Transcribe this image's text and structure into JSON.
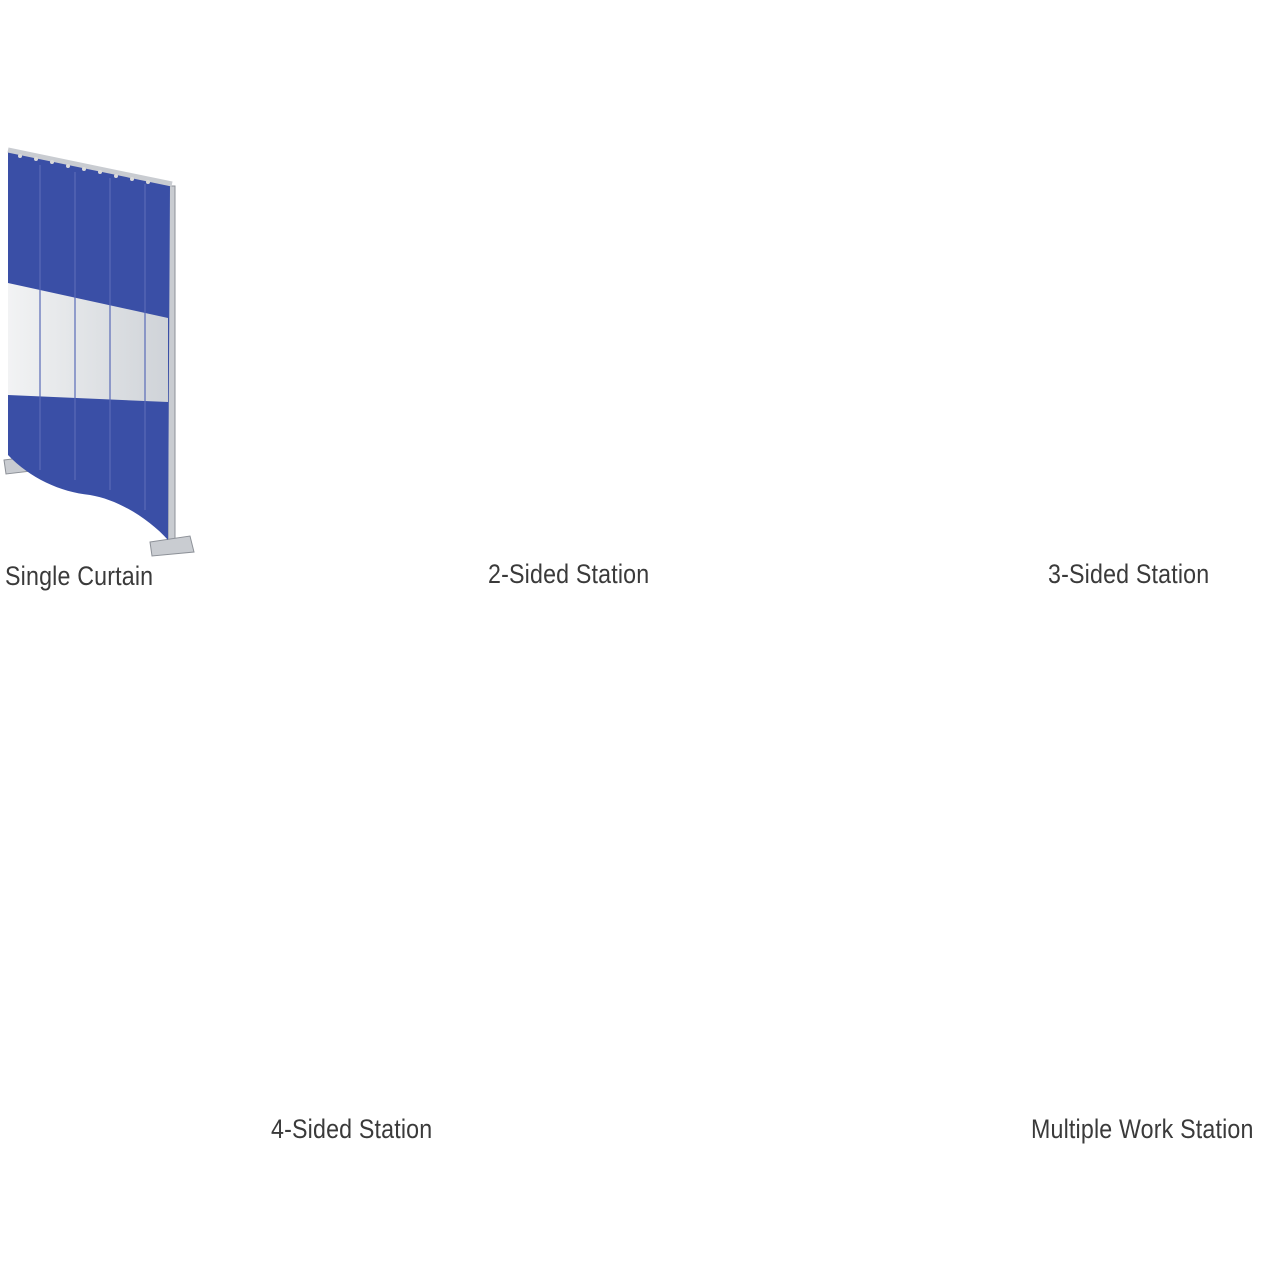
{
  "configurations": [
    {
      "key": "single",
      "label": "Single Curtain"
    },
    {
      "key": "two",
      "label": "2-Sided Station"
    },
    {
      "key": "three",
      "label": "3-Sided Station"
    },
    {
      "key": "four",
      "label": "4-Sided Station"
    },
    {
      "key": "multi",
      "label": "Multiple Work Station"
    }
  ],
  "colors": {
    "curtain_blue": "#3a4fa6",
    "curtain_blue_dark": "#2e3f8a",
    "clear_strip": "#e6e8ea",
    "tan_wall": "#b9866a",
    "floor_gray": "#b7b7b7",
    "rail": "#c9ccd1",
    "label_text": "#3a3a3a"
  }
}
